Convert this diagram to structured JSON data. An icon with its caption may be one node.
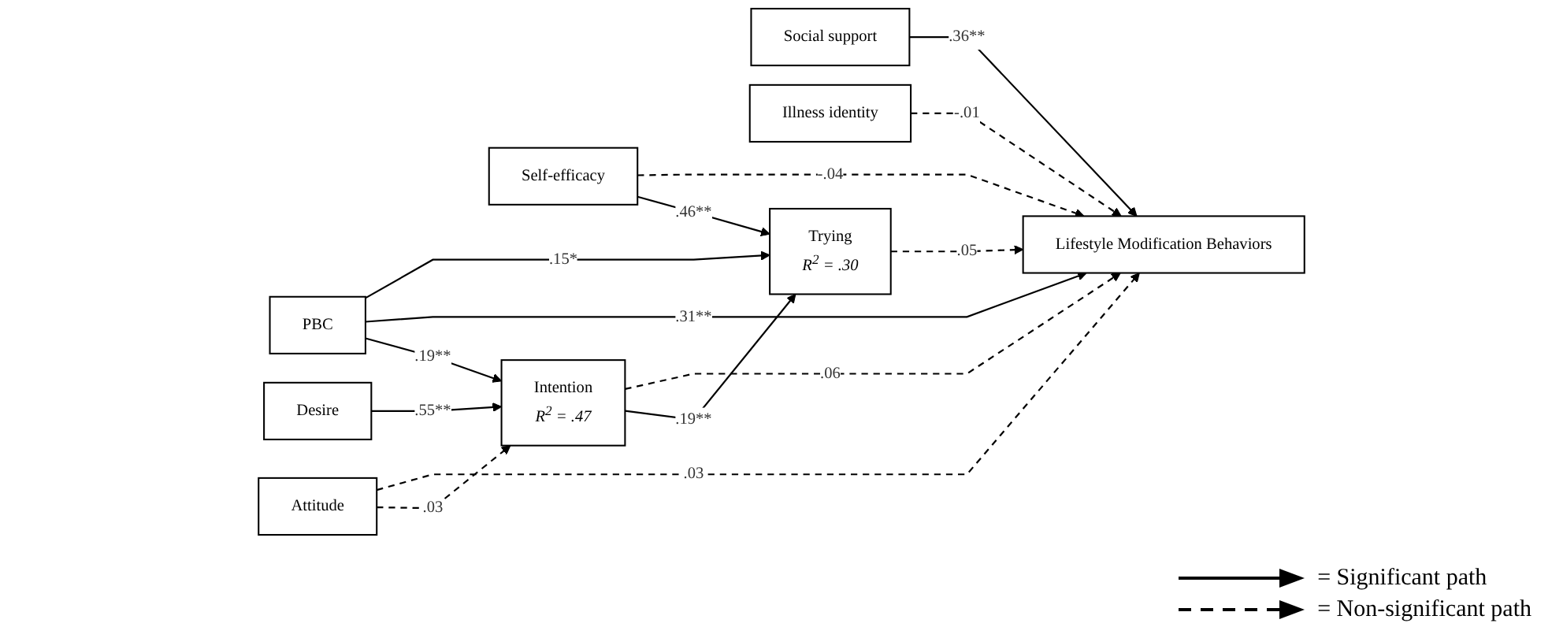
{
  "diagram": {
    "nodes": [
      {
        "text": [
          "Attitude"
        ]
      },
      {
        "text": [
          "Desire"
        ]
      },
      {
        "text": [
          "PBC"
        ]
      },
      {
        "text": [
          "Self-efficacy"
        ]
      },
      {
        "text": [
          "Social support"
        ]
      },
      {
        "text": [
          "Illness identity"
        ]
      },
      {
        "text": [
          "Intention",
          "R$^{2}$ = .47"
        ]
      },
      {
        "text": [
          "Trying",
          "R$^{2}$ = .30"
        ]
      },
      {
        "text": [
          "Lifestyle Modification Behaviors"
        ]
      }
    ],
    "edges": [
      {
        "from": 0,
        "to": 6,
        "arrow": "to",
        "label": ".03",
        "style": "dashed"
      },
      {
        "from": 0,
        "to": 8,
        "arrow": "to",
        "label": ".03",
        "style": "dashed"
      },
      {
        "from": 1,
        "to": 6,
        "arrow": "to",
        "label": ".55**"
      },
      {
        "from": 2,
        "to": 6,
        "arrow": "to",
        "label": ".19**"
      },
      {
        "from": 2,
        "to": 8,
        "arrow": "to",
        "label": ".31**"
      },
      {
        "from": 2,
        "to": 7,
        "arrow": "to",
        "label": ".15*"
      },
      {
        "from": 6,
        "to": 7,
        "arrow": "to",
        "label": ".19**"
      },
      {
        "from": 6,
        "to": 8,
        "arrow": "to",
        "label": ".06",
        "style": "dashed"
      },
      {
        "from": 3,
        "to": 7,
        "arrow": "to",
        "label": ".46**"
      },
      {
        "from": 3,
        "to": 8,
        "arrow": "to",
        "label": "-.04",
        "style": "dashed"
      },
      {
        "from": 7,
        "to": 8,
        "arrow": "to",
        "label": ".05",
        "style": "dashed"
      },
      {
        "from": 4,
        "to": 8,
        "arrow": "to",
        "label": ".36**"
      },
      {
        "from": 5,
        "to": 8,
        "arrow": "to",
        "label": "-.01",
        "style": "dashed"
      }
    ],
    "legend": [
      {
        "text": "= Significant path"
      },
      {
        "text": "= Non-significant path"
      }
    ]
  }
}
